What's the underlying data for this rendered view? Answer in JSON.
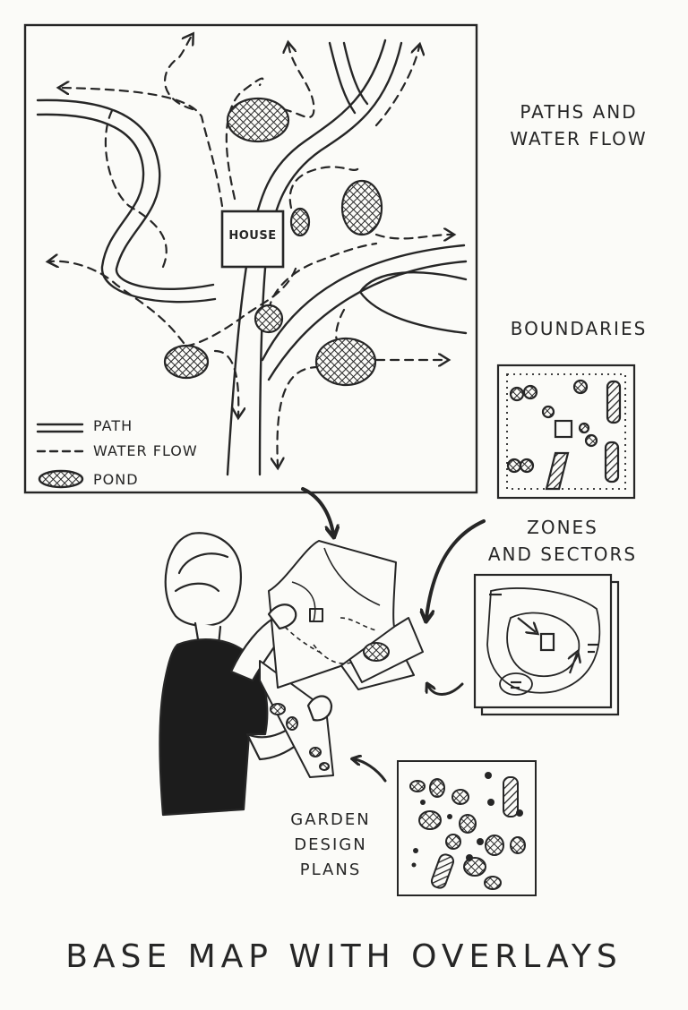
{
  "base_map": {
    "house_label": "HOUSE",
    "legend": {
      "path": "PATH",
      "water_flow": "WATER FLOW",
      "pond": "POND"
    }
  },
  "labels": {
    "paths_line1": "PATHS AND",
    "paths_line2": "WATER FLOW",
    "boundaries": "BOUNDARIES",
    "zones_line1": "ZONES",
    "zones_line2": "AND SECTORS",
    "garden_line1": "GARDEN",
    "garden_line2": "DESIGN",
    "garden_line3": "PLANS"
  },
  "title": "BASE MAP WITH OVERLAYS",
  "colors": {
    "ink": "#262626",
    "paper": "#fbfbf8"
  }
}
